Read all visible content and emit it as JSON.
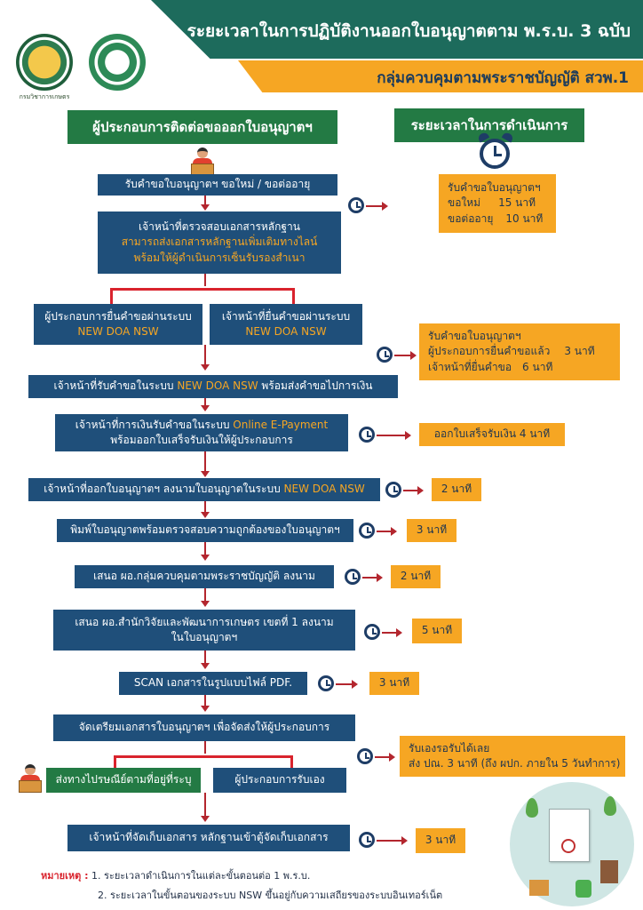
{
  "header": {
    "title": "ระยะเวลาในการปฏิบัติงานออกใบอนุญาตตาม พ.ร.บ. 3 ฉบับ",
    "subtitle": "กลุ่มควบคุมตามพระราชบัญญัติ สวพ.1",
    "logo_caption": "กรมวิชาการเกษตร"
  },
  "sections": {
    "left": "ผู้ประกอบการติดต่อขอออกใบอนุญาตฯ",
    "right": "ระยะเวลาในการดำเนินการ"
  },
  "steps": {
    "s1": "รับคำขอใบอนุญาตฯ ขอใหม่ / ขอต่ออายุ",
    "s2_line1": "เจ้าหน้าที่ตรวจสอบเอกสารหลักฐาน",
    "s2_line2": "สามารถส่งเอกสารหลักฐานเพิ่มเติมทางไลน์",
    "s2_line3": "พร้อมให้ผู้ดำเนินการเซ็นรับรองสำเนา",
    "s3a_line1": "ผู้ประกอบการยื่นคำขอผ่านระบบ",
    "s3a_line2": "NEW DOA NSW",
    "s3b_line1": "เจ้าหน้าที่ยื่นคำขอผ่านระบบ",
    "s3b_line2": "NEW DOA NSW",
    "s4_pre": "เจ้าหน้าที่รับคำขอในระบบ",
    "s4_hl": "NEW DOA NSW",
    "s4_post": "พร้อมส่งคำขอไปการเงิน",
    "s5_pre": "เจ้าหน้าที่การเงินรับคำขอในระบบ",
    "s5_hl": "Online E-Payment",
    "s5_line2": "พร้อมออกใบเสร็จรับเงินให้ผู้ประกอบการ",
    "s6_pre": "เจ้าหน้าที่ออกใบอนุญาตฯ ลงนามใบอนุญาตในระบบ",
    "s6_hl": "NEW DOA NSW",
    "s7": "พิมพ์ใบอนุญาตพร้อมตรวจสอบความถูกต้องของใบอนุญาตฯ",
    "s8": "เสนอ ผอ.กลุ่มควบคุมตามพระราชบัญญัติ ลงนาม",
    "s9_line1": "เสนอ ผอ.สำนักวิจัยและพัฒนาการเกษตร เขตที่ 1 ลงนาม",
    "s9_line2": "ในใบอนุญาตฯ",
    "s10": "SCAN เอกสารในรูปแบบไฟล์ PDF.",
    "s11": "จัดเตรียมเอกสารใบอนุญาตฯ เพื่อจัดส่งให้ผู้ประกอบการ",
    "s12a": "ส่งทางไปรษณีย์ตามที่อยู่ที่ระบุ",
    "s12b": "ผู้ประกอบการรับเอง",
    "s13": "เจ้าหน้าที่จัดเก็บเอกสาร หลักฐานเข้าตู้จัดเก็บเอกสาร"
  },
  "times": {
    "t1_title": "รับคำขอใบอนุญาตฯ",
    "t1_r1_label": "ขอใหม่",
    "t1_r1_value": "15 นาที",
    "t1_r2_label": "ขอต่ออายุ",
    "t1_r2_value": "10 นาที",
    "t2_title": "รับคำขอใบอนุญาตฯ",
    "t2_r1_label": "ผู้ประกอบการยื่นคำขอแล้ว",
    "t2_r1_value": "3 นาที",
    "t2_r2_label": "เจ้าหน้าที่ยื่นคำขอ",
    "t2_r2_value": "6 นาที",
    "t3": "ออกใบเสร็จรับเงิน  4  นาที",
    "t4": "2 นาที",
    "t5": "3 นาที",
    "t6": "2 นาที",
    "t7": "5 นาที",
    "t8": "3 นาที",
    "t9_line1": "รับเองรอรับได้เลย",
    "t9_line2": "ส่ง ปณ. 3 นาที (ถึง ผปก. ภายใน 5 วันทำการ)",
    "t10": "3 นาที"
  },
  "notes": {
    "label": "หมายเหตุ :",
    "n1": "1. ระยะเวลาดำเนินการในแต่ละขั้นตอนต่อ 1 พ.ร.บ.",
    "n2": "2. ระยะเวลาในขั้นตอนของระบบ NSW ขึ้นอยู่กับความเสถียรของระบบอินเทอร์เน็ต"
  },
  "colors": {
    "header_green": "#1d6b5c",
    "accent_orange": "#f6a623",
    "box_blue": "#1f4f7a",
    "section_green": "#237a44",
    "arrow_red": "#b3262e"
  }
}
